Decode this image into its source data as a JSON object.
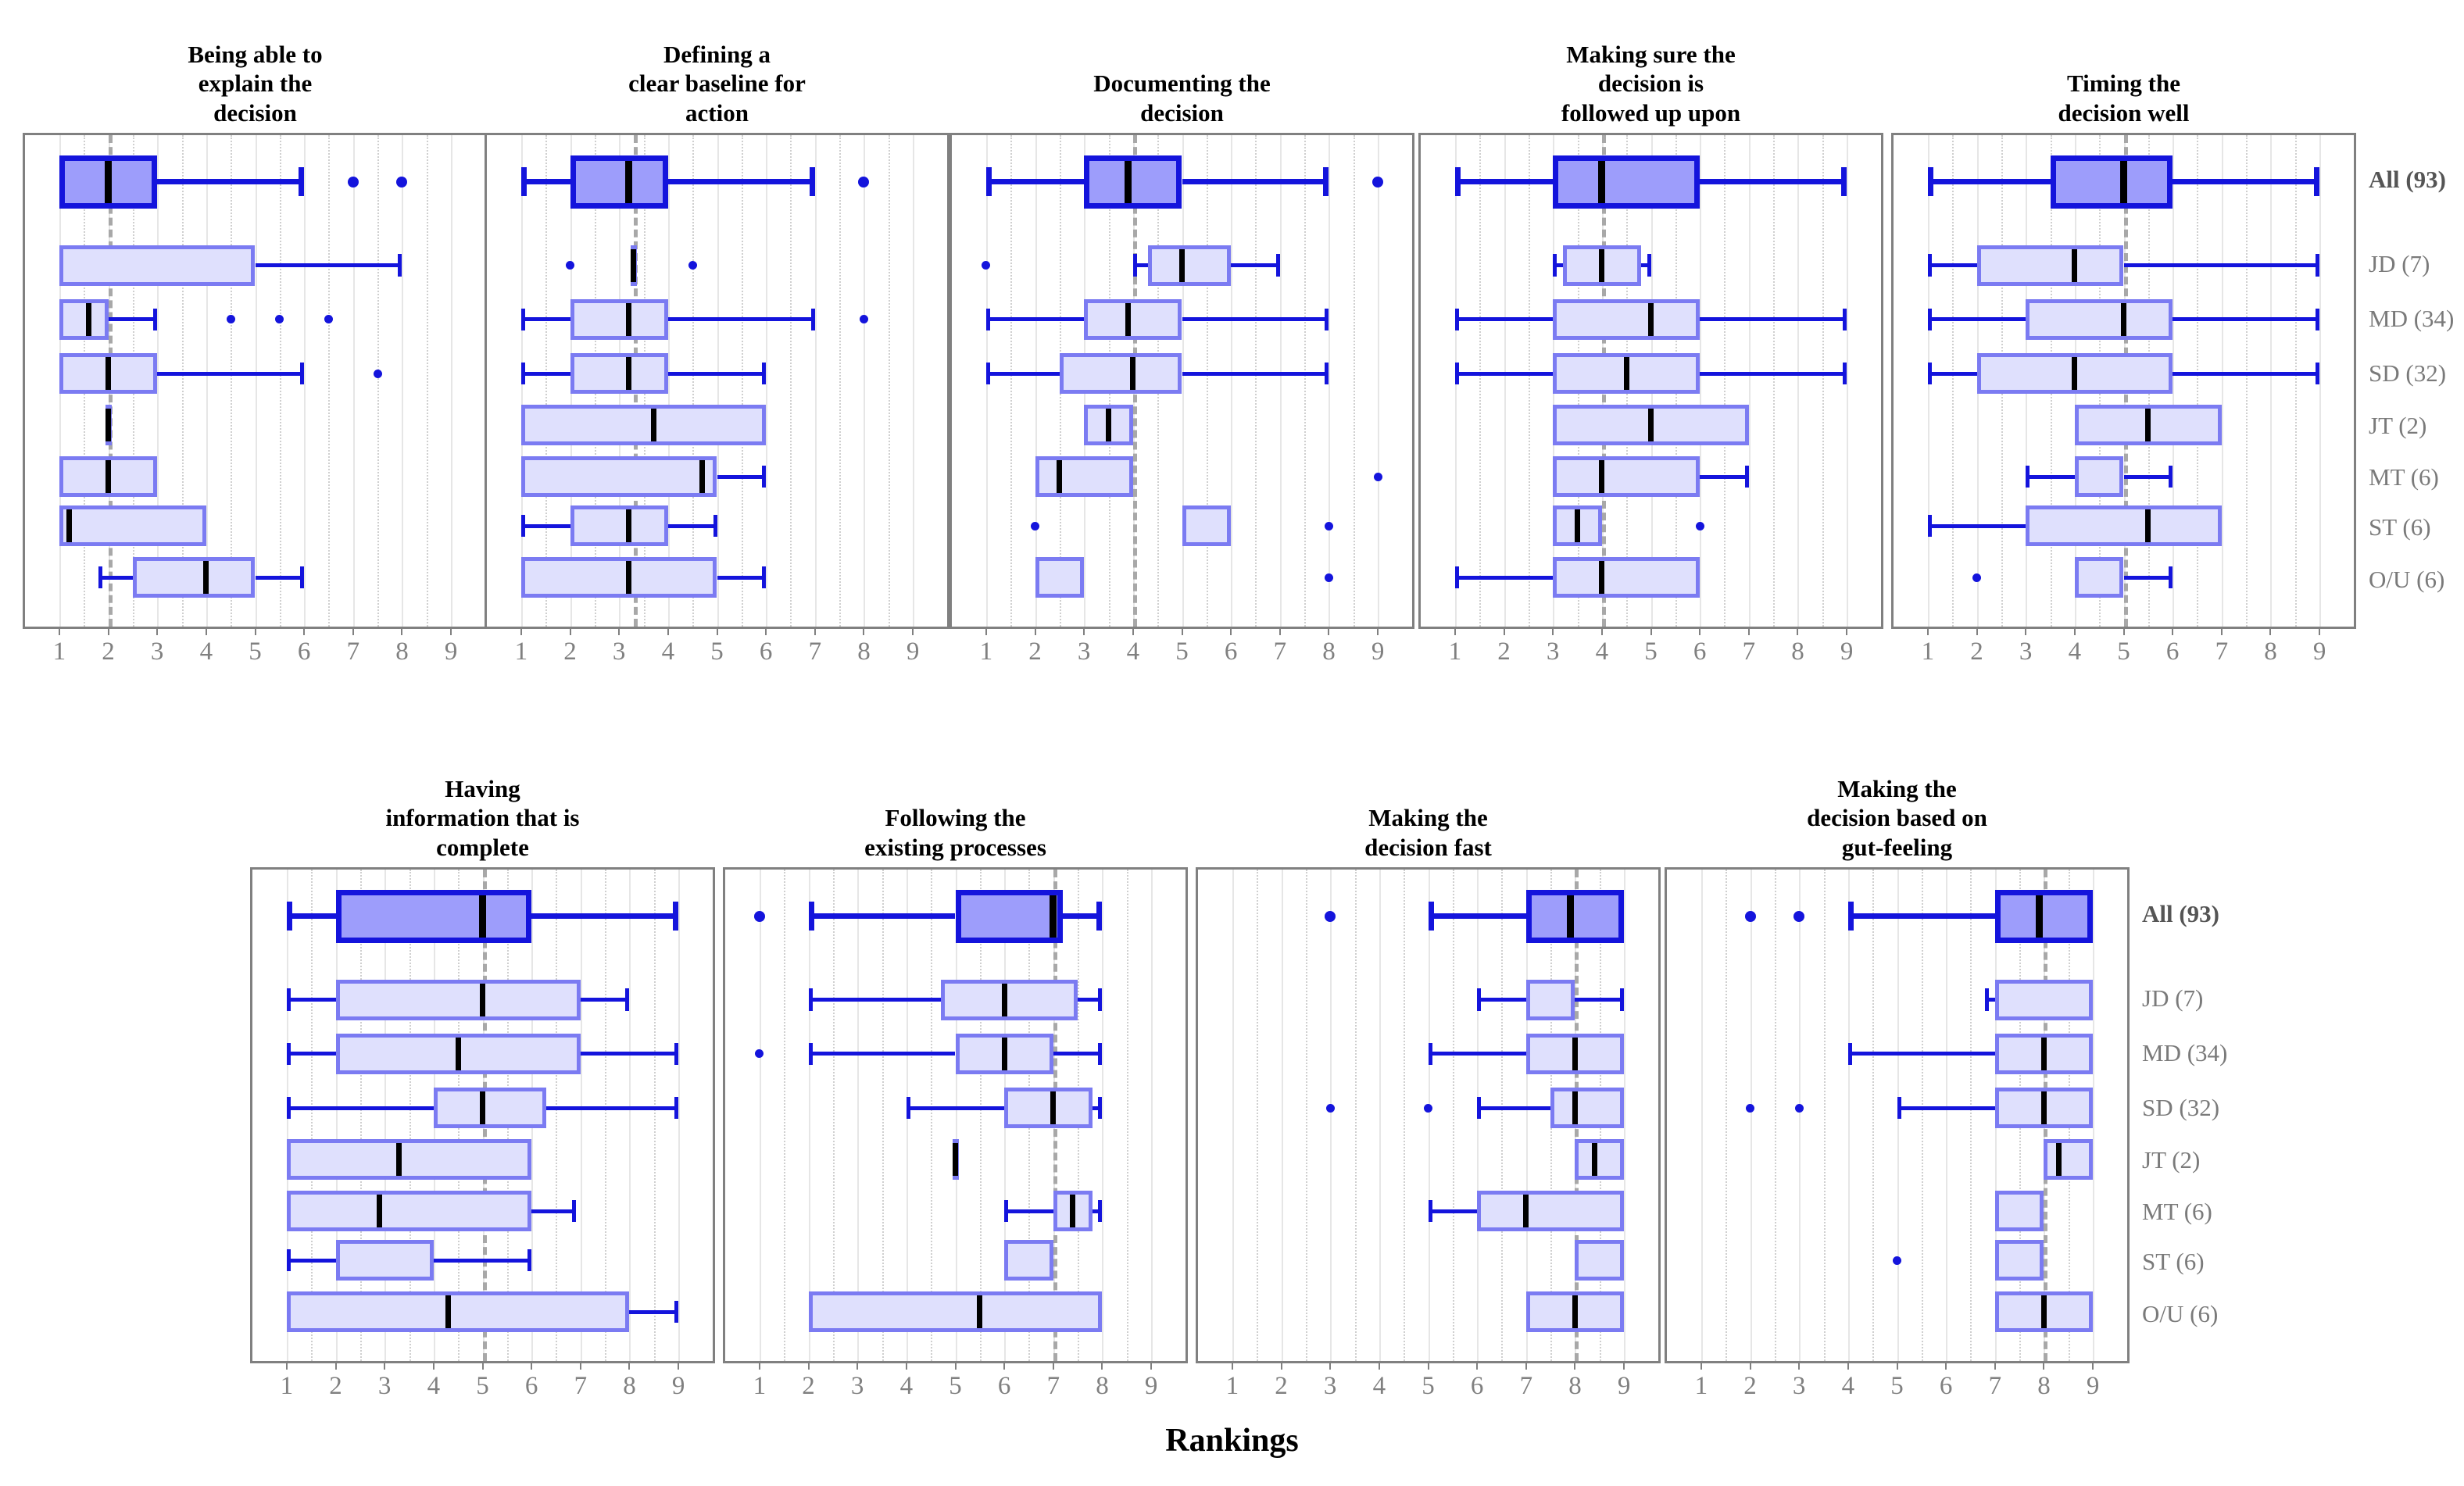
{
  "chart_data": {
    "type": "box",
    "title": "",
    "xlabel": "Rankings",
    "ylabel": "",
    "xlim": [
      0.3,
      9.7
    ],
    "xticks": [
      1,
      2,
      3,
      4,
      5,
      6,
      7,
      8,
      9
    ],
    "xticklabels": [
      "1",
      "2",
      "3",
      "4",
      "5",
      "6",
      "7",
      "8",
      "9"
    ],
    "grid": "major solid at integers, minor dotted at half-integers",
    "groups": [
      {
        "key": "all",
        "label": "All (93)",
        "n": 93,
        "bold": true
      },
      {
        "key": "jd",
        "label": "JD (7)",
        "n": 7,
        "bold": false
      },
      {
        "key": "md",
        "label": "MD (34)",
        "n": 34,
        "bold": false
      },
      {
        "key": "sd",
        "label": "SD (32)",
        "n": 32,
        "bold": false
      },
      {
        "key": "jt",
        "label": "JT (2)",
        "n": 2,
        "bold": false
      },
      {
        "key": "mt",
        "label": "MT (6)",
        "n": 6,
        "bold": false
      },
      {
        "key": "st",
        "label": "ST (6)",
        "n": 6,
        "bold": false
      },
      {
        "key": "ou",
        "label": "O/U (6)",
        "n": 6,
        "bold": false
      }
    ],
    "panels": [
      {
        "id": "explain",
        "title": "Being able to\nexplain the\ndecision",
        "row": 0,
        "col": 0,
        "refline": 2.0,
        "boxes": [
          {
            "group": "all",
            "q1": 1.0,
            "median": 2.0,
            "q3": 3.0,
            "lo": 1.0,
            "hi": 6.0,
            "outliers": [
              7.0,
              8.0
            ]
          },
          {
            "group": "jd",
            "q1": 1.0,
            "median": null,
            "q3": 5.0,
            "lo": 1.0,
            "hi": 8.0,
            "outliers": []
          },
          {
            "group": "md",
            "q1": 1.0,
            "median": 1.6,
            "q3": 2.0,
            "lo": 1.0,
            "hi": 3.0,
            "outliers": [
              4.5,
              5.5,
              6.5
            ]
          },
          {
            "group": "sd",
            "q1": 1.0,
            "median": 2.0,
            "q3": 3.0,
            "lo": 1.0,
            "hi": 6.0,
            "outliers": [
              7.5
            ]
          },
          {
            "group": "jt",
            "q1": 2.0,
            "median": 2.0,
            "q3": 2.0,
            "lo": 2.0,
            "hi": 2.0,
            "outliers": []
          },
          {
            "group": "mt",
            "q1": 1.0,
            "median": 2.0,
            "q3": 3.0,
            "lo": 1.0,
            "hi": 3.0,
            "outliers": []
          },
          {
            "group": "st",
            "q1": 1.0,
            "median": 1.2,
            "q3": 4.0,
            "lo": 1.0,
            "hi": 4.0,
            "outliers": []
          },
          {
            "group": "ou",
            "q1": 2.5,
            "median": 4.0,
            "q3": 5.0,
            "lo": 1.8,
            "hi": 6.0,
            "outliers": []
          }
        ]
      },
      {
        "id": "baseline",
        "title": "Defining a\nclear baseline for\naction",
        "row": 0,
        "col": 1,
        "refline": 3.3,
        "boxes": [
          {
            "group": "all",
            "q1": 2.0,
            "median": 3.2,
            "q3": 4.0,
            "lo": 1.0,
            "hi": 7.0,
            "outliers": [
              8.0
            ]
          },
          {
            "group": "jd",
            "q1": 3.3,
            "median": 3.3,
            "q3": 3.3,
            "lo": 3.3,
            "hi": 3.3,
            "outliers": [
              2.0,
              4.5
            ]
          },
          {
            "group": "md",
            "q1": 2.0,
            "median": 3.2,
            "q3": 4.0,
            "lo": 1.0,
            "hi": 7.0,
            "outliers": [
              8.0
            ]
          },
          {
            "group": "sd",
            "q1": 2.0,
            "median": 3.2,
            "q3": 4.0,
            "lo": 1.0,
            "hi": 6.0,
            "outliers": []
          },
          {
            "group": "jt",
            "q1": 1.0,
            "median": 3.7,
            "q3": 6.0,
            "lo": 1.0,
            "hi": 6.0,
            "outliers": []
          },
          {
            "group": "mt",
            "q1": 1.0,
            "median": 4.7,
            "q3": 5.0,
            "lo": 1.0,
            "hi": 6.0,
            "outliers": []
          },
          {
            "group": "st",
            "q1": 2.0,
            "median": 3.2,
            "q3": 4.0,
            "lo": 1.0,
            "hi": 5.0,
            "outliers": []
          },
          {
            "group": "ou",
            "q1": 1.0,
            "median": 3.2,
            "q3": 5.0,
            "lo": 1.0,
            "hi": 6.0,
            "outliers": []
          }
        ]
      },
      {
        "id": "documenting",
        "title": "Documenting the\ndecision",
        "row": 0,
        "col": 2,
        "refline": 4.0,
        "boxes": [
          {
            "group": "all",
            "q1": 3.0,
            "median": 3.9,
            "q3": 5.0,
            "lo": 1.0,
            "hi": 8.0,
            "outliers": [
              9.0
            ]
          },
          {
            "group": "jd",
            "q1": 4.3,
            "median": 5.0,
            "q3": 6.0,
            "lo": 4.0,
            "hi": 7.0,
            "outliers": [
              1.0
            ]
          },
          {
            "group": "md",
            "q1": 3.0,
            "median": 3.9,
            "q3": 5.0,
            "lo": 1.0,
            "hi": 8.0,
            "outliers": []
          },
          {
            "group": "sd",
            "q1": 2.5,
            "median": 4.0,
            "q3": 5.0,
            "lo": 1.0,
            "hi": 8.0,
            "outliers": []
          },
          {
            "group": "jt",
            "q1": 3.0,
            "median": 3.5,
            "q3": 4.0,
            "lo": 3.0,
            "hi": 4.0,
            "outliers": []
          },
          {
            "group": "mt",
            "q1": 2.0,
            "median": 2.5,
            "q3": 4.0,
            "lo": 2.0,
            "hi": 4.0,
            "outliers": [
              9.0
            ]
          },
          {
            "group": "st",
            "q1": 5.0,
            "median": null,
            "q3": 6.0,
            "lo": 5.0,
            "hi": 6.0,
            "outliers": [
              2.0,
              8.0
            ]
          },
          {
            "group": "ou",
            "q1": 2.0,
            "median": null,
            "q3": 3.0,
            "lo": 2.0,
            "hi": 3.0,
            "outliers": [
              8.0
            ]
          }
        ]
      },
      {
        "id": "followup",
        "title": "Making sure the\ndecision is\nfollowed up upon",
        "row": 0,
        "col": 3,
        "refline": 4.0,
        "boxes": [
          {
            "group": "all",
            "q1": 3.0,
            "median": 4.0,
            "q3": 6.0,
            "lo": 1.0,
            "hi": 9.0,
            "outliers": []
          },
          {
            "group": "jd",
            "q1": 3.2,
            "median": 4.0,
            "q3": 4.8,
            "lo": 3.0,
            "hi": 5.0,
            "outliers": []
          },
          {
            "group": "md",
            "q1": 3.0,
            "median": 5.0,
            "q3": 6.0,
            "lo": 1.0,
            "hi": 9.0,
            "outliers": []
          },
          {
            "group": "sd",
            "q1": 3.0,
            "median": 4.5,
            "q3": 6.0,
            "lo": 1.0,
            "hi": 9.0,
            "outliers": []
          },
          {
            "group": "jt",
            "q1": 3.0,
            "median": 5.0,
            "q3": 7.0,
            "lo": 3.0,
            "hi": 7.0,
            "outliers": []
          },
          {
            "group": "mt",
            "q1": 3.0,
            "median": 4.0,
            "q3": 6.0,
            "lo": 3.0,
            "hi": 7.0,
            "outliers": []
          },
          {
            "group": "st",
            "q1": 3.0,
            "median": 3.5,
            "q3": 4.0,
            "lo": 3.0,
            "hi": 4.0,
            "outliers": [
              6.0
            ]
          },
          {
            "group": "ou",
            "q1": 3.0,
            "median": 4.0,
            "q3": 6.0,
            "lo": 1.0,
            "hi": 6.0,
            "outliers": []
          }
        ]
      },
      {
        "id": "timing",
        "title": "Timing the\ndecision well",
        "row": 0,
        "col": 4,
        "refline": 5.0,
        "boxes": [
          {
            "group": "all",
            "q1": 3.5,
            "median": 5.0,
            "q3": 6.0,
            "lo": 1.0,
            "hi": 9.0,
            "outliers": []
          },
          {
            "group": "jd",
            "q1": 2.0,
            "median": 4.0,
            "q3": 5.0,
            "lo": 1.0,
            "hi": 9.0,
            "outliers": []
          },
          {
            "group": "md",
            "q1": 3.0,
            "median": 5.0,
            "q3": 6.0,
            "lo": 1.0,
            "hi": 9.0,
            "outliers": []
          },
          {
            "group": "sd",
            "q1": 2.0,
            "median": 4.0,
            "q3": 6.0,
            "lo": 1.0,
            "hi": 9.0,
            "outliers": []
          },
          {
            "group": "jt",
            "q1": 4.0,
            "median": 5.5,
            "q3": 7.0,
            "lo": 4.0,
            "hi": 7.0,
            "outliers": []
          },
          {
            "group": "mt",
            "q1": 4.0,
            "median": null,
            "q3": 5.0,
            "lo": 3.0,
            "hi": 6.0,
            "outliers": []
          },
          {
            "group": "st",
            "q1": 3.0,
            "median": 5.5,
            "q3": 7.0,
            "lo": 1.0,
            "hi": 7.0,
            "outliers": []
          },
          {
            "group": "ou",
            "q1": 4.0,
            "median": null,
            "q3": 5.0,
            "lo": 4.0,
            "hi": 6.0,
            "outliers": [
              2.0
            ]
          }
        ]
      },
      {
        "id": "complete-info",
        "title": "Having\ninformation that is\ncomplete",
        "row": 1,
        "col": 0,
        "refline": 5.0,
        "boxes": [
          {
            "group": "all",
            "q1": 2.0,
            "median": 5.0,
            "q3": 6.0,
            "lo": 1.0,
            "hi": 9.0,
            "outliers": []
          },
          {
            "group": "jd",
            "q1": 2.0,
            "median": 5.0,
            "q3": 7.0,
            "lo": 1.0,
            "hi": 8.0,
            "outliers": []
          },
          {
            "group": "md",
            "q1": 2.0,
            "median": 4.5,
            "q3": 7.0,
            "lo": 1.0,
            "hi": 9.0,
            "outliers": []
          },
          {
            "group": "sd",
            "q1": 4.0,
            "median": 5.0,
            "q3": 6.3,
            "lo": 1.0,
            "hi": 9.0,
            "outliers": []
          },
          {
            "group": "jt",
            "q1": 1.0,
            "median": 3.3,
            "q3": 6.0,
            "lo": 1.0,
            "hi": 6.0,
            "outliers": []
          },
          {
            "group": "mt",
            "q1": 1.0,
            "median": 2.9,
            "q3": 6.0,
            "lo": 1.0,
            "hi": 6.9,
            "outliers": []
          },
          {
            "group": "st",
            "q1": 2.0,
            "median": null,
            "q3": 4.0,
            "lo": 1.0,
            "hi": 6.0,
            "outliers": []
          },
          {
            "group": "ou",
            "q1": 1.0,
            "median": 4.3,
            "q3": 8.0,
            "lo": 1.0,
            "hi": 9.0,
            "outliers": []
          }
        ]
      },
      {
        "id": "processes",
        "title": "Following the\nexisting processes",
        "row": 1,
        "col": 1,
        "refline": 7.0,
        "boxes": [
          {
            "group": "all",
            "q1": 5.0,
            "median": 7.0,
            "q3": 7.2,
            "lo": 2.0,
            "hi": 8.0,
            "outliers": [
              1.0
            ]
          },
          {
            "group": "jd",
            "q1": 4.7,
            "median": 6.0,
            "q3": 7.5,
            "lo": 2.0,
            "hi": 8.0,
            "outliers": []
          },
          {
            "group": "md",
            "q1": 5.0,
            "median": 6.0,
            "q3": 7.0,
            "lo": 2.0,
            "hi": 8.0,
            "outliers": [
              1.0
            ]
          },
          {
            "group": "sd",
            "q1": 6.0,
            "median": 7.0,
            "q3": 7.8,
            "lo": 4.0,
            "hi": 8.0,
            "outliers": []
          },
          {
            "group": "jt",
            "q1": 5.0,
            "median": 5.0,
            "q3": 5.0,
            "lo": 5.0,
            "hi": 5.0,
            "outliers": []
          },
          {
            "group": "mt",
            "q1": 7.0,
            "median": 7.4,
            "q3": 7.8,
            "lo": 6.0,
            "hi": 8.0,
            "outliers": []
          },
          {
            "group": "st",
            "q1": 6.0,
            "median": null,
            "q3": 7.0,
            "lo": 6.0,
            "hi": 7.0,
            "outliers": []
          },
          {
            "group": "ou",
            "q1": 2.0,
            "median": 5.5,
            "q3": 8.0,
            "lo": 2.0,
            "hi": 8.0,
            "outliers": []
          }
        ]
      },
      {
        "id": "fast",
        "title": "Making the\ndecision fast",
        "row": 1,
        "col": 2,
        "refline": 8.0,
        "boxes": [
          {
            "group": "all",
            "q1": 7.0,
            "median": 7.9,
            "q3": 9.0,
            "lo": 5.0,
            "hi": 9.0,
            "outliers": [
              3.0
            ]
          },
          {
            "group": "jd",
            "q1": 7.0,
            "median": null,
            "q3": 8.0,
            "lo": 6.0,
            "hi": 9.0,
            "outliers": []
          },
          {
            "group": "md",
            "q1": 7.0,
            "median": 8.0,
            "q3": 9.0,
            "lo": 5.0,
            "hi": 9.0,
            "outliers": []
          },
          {
            "group": "sd",
            "q1": 7.5,
            "median": 8.0,
            "q3": 9.0,
            "lo": 6.0,
            "hi": 9.0,
            "outliers": [
              3.0,
              5.0
            ]
          },
          {
            "group": "jt",
            "q1": 8.0,
            "median": 8.4,
            "q3": 9.0,
            "lo": 8.0,
            "hi": 9.0,
            "outliers": []
          },
          {
            "group": "mt",
            "q1": 6.0,
            "median": 7.0,
            "q3": 9.0,
            "lo": 5.0,
            "hi": 9.0,
            "outliers": []
          },
          {
            "group": "st",
            "q1": 8.0,
            "median": null,
            "q3": 9.0,
            "lo": 8.0,
            "hi": 9.0,
            "outliers": []
          },
          {
            "group": "ou",
            "q1": 7.0,
            "median": 8.0,
            "q3": 9.0,
            "lo": 7.0,
            "hi": 9.0,
            "outliers": []
          }
        ]
      },
      {
        "id": "gut-feeling",
        "title": "Making the\ndecision based on\ngut-feeling",
        "row": 1,
        "col": 3,
        "refline": 8.0,
        "boxes": [
          {
            "group": "all",
            "q1": 7.0,
            "median": 7.9,
            "q3": 9.0,
            "lo": 4.0,
            "hi": 9.0,
            "outliers": [
              2.0,
              3.0
            ]
          },
          {
            "group": "jd",
            "q1": 7.0,
            "median": null,
            "q3": 9.0,
            "lo": 6.8,
            "hi": 9.0,
            "outliers": []
          },
          {
            "group": "md",
            "q1": 7.0,
            "median": 8.0,
            "q3": 9.0,
            "lo": 4.0,
            "hi": 9.0,
            "outliers": []
          },
          {
            "group": "sd",
            "q1": 7.0,
            "median": 8.0,
            "q3": 9.0,
            "lo": 5.0,
            "hi": 9.0,
            "outliers": [
              2.0,
              3.0
            ]
          },
          {
            "group": "jt",
            "q1": 8.0,
            "median": 8.3,
            "q3": 9.0,
            "lo": 8.0,
            "hi": 9.0,
            "outliers": []
          },
          {
            "group": "mt",
            "q1": 7.0,
            "median": null,
            "q3": 8.0,
            "lo": 7.0,
            "hi": 8.0,
            "outliers": []
          },
          {
            "group": "st",
            "q1": 7.0,
            "median": null,
            "q3": 8.0,
            "lo": 7.0,
            "hi": 8.0,
            "outliers": [
              5.0
            ]
          },
          {
            "group": "ou",
            "q1": 7.0,
            "median": 8.0,
            "q3": 9.0,
            "lo": 7.0,
            "hi": 9.0,
            "outliers": []
          }
        ]
      }
    ],
    "colors": {
      "all_box_fill": "#9d9dfb",
      "all_box_edge": "#1414dc",
      "group_box_fill": "#dfe0fd",
      "group_box_edge": "#7b7bf2",
      "median": "#000000",
      "whisker": "#1414dc",
      "outlier": "#1414dc",
      "refline": "#a8a8a8",
      "axis": "#808080",
      "ticklabel": "#808080",
      "rowlabel": "#7a7a7a"
    }
  }
}
